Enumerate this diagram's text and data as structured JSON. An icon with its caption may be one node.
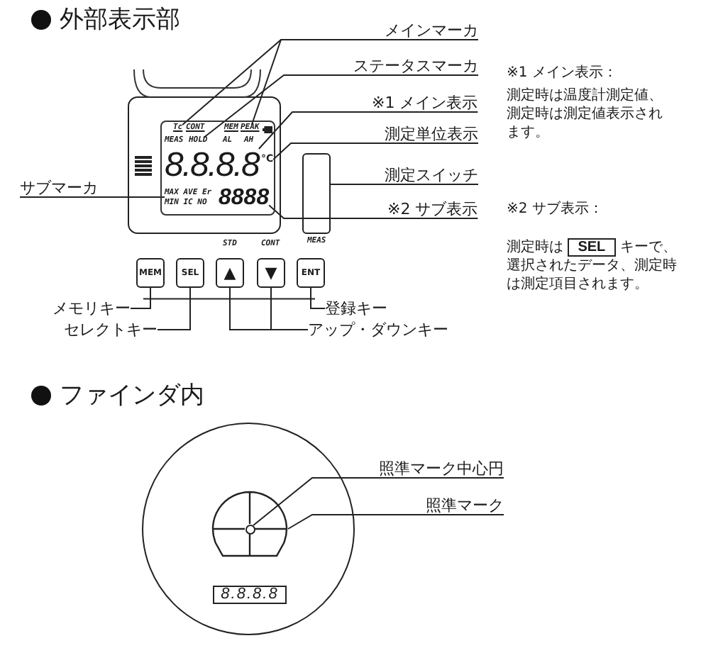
{
  "diagram": {
    "nodes": [
      {
        "text": [
          "メインマーカ"
        ]
      },
      {
        "text": [
          "ステータスマーカ"
        ]
      },
      {
        "text": [
          "※1 メイン表示"
        ]
      },
      {
        "text": [
          "測定単位表示"
        ]
      },
      {
        "text": [
          "測定スイッチ"
        ]
      },
      {
        "text": [
          "※2 サブ表示"
        ]
      },
      {
        "text": [
          "サブマーカ"
        ]
      },
      {
        "text": [],
        "shape": "box"
      },
      {
        "text": [
          "Tc"
        ],
        "in": 7
      },
      {
        "text": [
          "PEAK"
        ],
        "in": 7
      },
      {
        "text": [
          "HOLD"
        ],
        "in": 7
      },
      {
        "text": [
          "8.8.8.8"
        ],
        "in": 7
      },
      {
        "text": [
          "°C"
        ],
        "in": 7
      },
      {
        "text": [
          "MAX AVE Er MIN IC NO"
        ],
        "in": 7
      },
      {
        "text": [
          "8888"
        ],
        "in": 7
      },
      {
        "text": [],
        "shape": "box"
      },
      {
        "text": [
          "MEM"
        ]
      },
      {
        "text": [
          "SEL"
        ]
      },
      {
        "text": [
          "▲"
        ]
      },
      {
        "text": [
          "▼"
        ]
      },
      {
        "text": [
          "ENT"
        ]
      },
      {
        "text": [
          "メモリキー"
        ]
      },
      {
        "text": [
          "セレクトキー"
        ]
      },
      {
        "text": [
          "アップ・ダウンキー"
        ]
      },
      {
        "text": [
          "登録キー"
        ]
      },
      {
        "text": [],
        "shape": "circle"
      },
      {
        "text": [],
        "shape": "circle",
        "in": 25
      },
      {
        "text": [],
        "shape": "circle",
        "in": 26
      },
      {
        "text": [
          "8.8.8.8"
        ],
        "in": 25
      },
      {
        "text": [
          "照準マーク中心円"
        ]
      },
      {
        "text": [
          "照準マーク"
        ]
      }
    ],
    "edges": [
      {
        "from": 0,
        "to": 8,
        "arrow": "none"
      },
      {
        "from": 0,
        "to": 9,
        "arrow": "none"
      },
      {
        "from": 1,
        "to": 10,
        "arrow": "none"
      },
      {
        "from": 2,
        "to": 11,
        "arrow": "none"
      },
      {
        "from": 3,
        "to": 12,
        "arrow": "none"
      },
      {
        "from": 4,
        "to": 15,
        "arrow": "none"
      },
      {
        "from": 5,
        "to": 14,
        "arrow": "none"
      },
      {
        "from": 6,
        "to": 13,
        "arrow": "none"
      },
      {
        "from": 21,
        "to": 16,
        "arrow": "none"
      },
      {
        "from": 22,
        "to": 17,
        "arrow": "none"
      },
      {
        "from": 23,
        "to": 18,
        "arrow": "none"
      },
      {
        "from": 23,
        "to": 19,
        "arrow": "none"
      },
      {
        "from": 24,
        "to": 20,
        "arrow": "none"
      },
      {
        "from": 29,
        "to": 27,
        "arrow": "none"
      },
      {
        "from": 30,
        "to": 26,
        "arrow": "none"
      }
    ],
    "labels": [
      "外部表示部",
      "CONT",
      "MEM",
      "MEAS",
      "AL",
      "AH",
      "MEAS",
      "STD",
      "CONT",
      "※1 メイン表示：",
      "測定時は温度計測定値、測定時は測定値表示されます。",
      "※2 サブ表示：",
      "測定時は **SEL** キーで、選択されたデータ、測定時は測定項目されます。",
      "ファインダ内"
    ]
  }
}
